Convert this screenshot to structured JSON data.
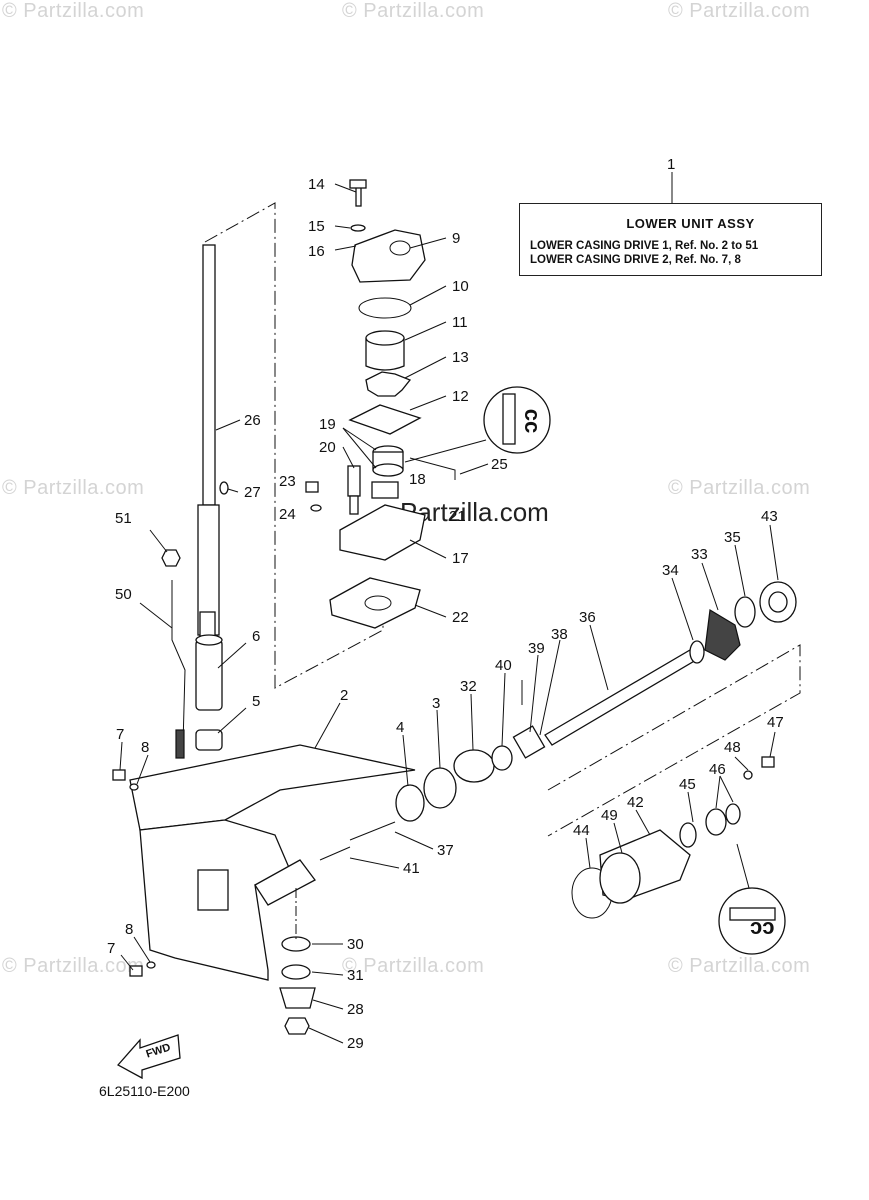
{
  "watermark": {
    "text": "© Partzilla.com",
    "center_text": "Partzilla.com"
  },
  "legend": {
    "ref": "1",
    "title": "LOWER UNIT ASSY",
    "lines": [
      "LOWER CASING DRIVE 1,   Ref. No. 2 to 51",
      "LOWER CASING DRIVE 2,   Ref. No. 7, 8"
    ]
  },
  "drawing_code": "6L25110-E200",
  "fwd_label": "FWD",
  "icon_labels": [
    "cc",
    "cc"
  ],
  "callouts": [
    "14",
    "15",
    "16",
    "9",
    "10",
    "11",
    "13",
    "12",
    "19",
    "20",
    "18",
    "25",
    "23",
    "24",
    "21",
    "17",
    "22",
    "26",
    "27",
    "51",
    "50",
    "6",
    "5",
    "2",
    "7",
    "8",
    "4",
    "3",
    "32",
    "40",
    "39",
    "38",
    "36",
    "34",
    "33",
    "35",
    "43",
    "47",
    "48",
    "46",
    "45",
    "42",
    "49",
    "44",
    "37",
    "41",
    "30",
    "31",
    "28",
    "29",
    "8",
    "7"
  ]
}
